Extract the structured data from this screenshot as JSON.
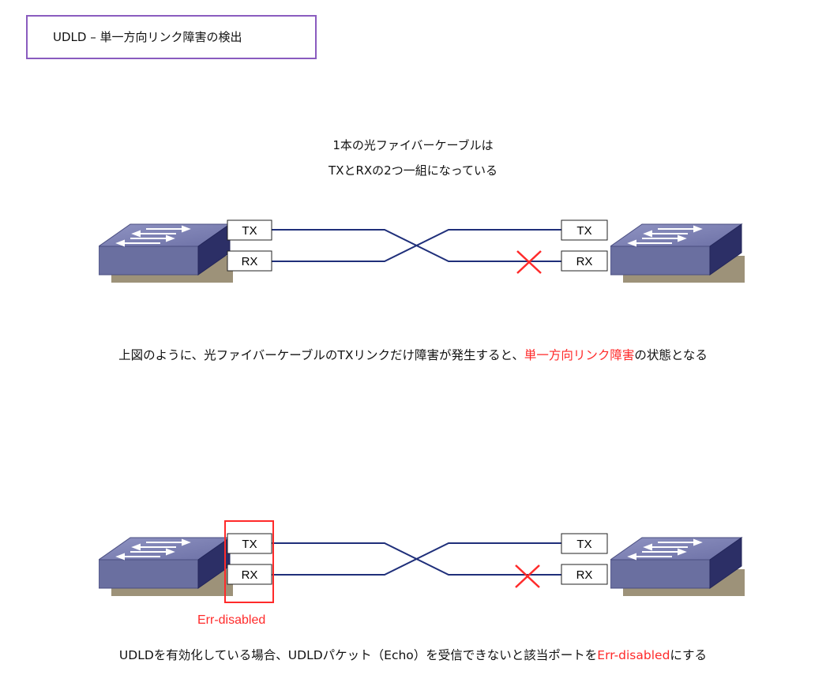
{
  "title": "UDLD – 単一方向リンク障害の検出",
  "caption_top": {
    "line1": "1本の光ファイバーケーブルは",
    "line2": "TXとRXの2つ一組になっている"
  },
  "ports": {
    "tx": "TX",
    "rx": "RX"
  },
  "desc1": {
    "before": "上図のように、光ファイバーケーブルのTXリンクだけ障害が発生すると、",
    "highlight": "単一方向リンク障害",
    "after": "の状態となる"
  },
  "err_label": "Err-disabled",
  "desc2": {
    "before": "UDLDを有効化している場合、UDLDパケット（Echo）を受信できないと該当ポートを",
    "highlight": "Err-disabled",
    "after": "にする"
  },
  "colors": {
    "accent_purple": "#8a5cbf",
    "fault_red": "#ff2a2a",
    "cable_blue": "#1f2f7a",
    "switch_face": "#6a6fa0"
  }
}
